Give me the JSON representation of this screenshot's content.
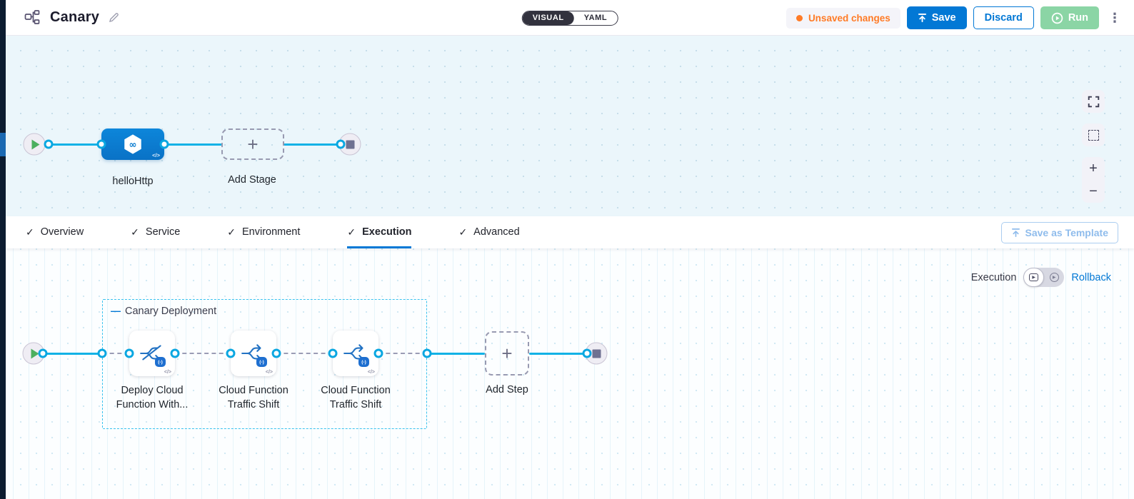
{
  "header": {
    "title": "Canary",
    "mode_toggle": {
      "visual": "VISUAL",
      "yaml": "YAML"
    },
    "unsaved_badge": "Unsaved changes",
    "save": "Save",
    "discard": "Discard",
    "run": "Run"
  },
  "pipeline_canvas": {
    "stage_label": "helloHttp",
    "add_stage": "Add Stage"
  },
  "tabs": {
    "items": [
      {
        "label": "Overview"
      },
      {
        "label": "Service"
      },
      {
        "label": "Environment"
      },
      {
        "label": "Execution"
      },
      {
        "label": "Advanced"
      }
    ],
    "active": "Execution",
    "save_as_template": "Save as Template"
  },
  "execution_canvas": {
    "mode_label": "Execution",
    "rollback_label": "Rollback",
    "group": {
      "title": "Canary Deployment",
      "steps": [
        {
          "line1": "Deploy Cloud",
          "line2": "Function With..."
        },
        {
          "line1": "Cloud Function",
          "line2": "Traffic Shift"
        },
        {
          "line1": "Cloud Function",
          "line2": "Traffic Shift"
        }
      ]
    },
    "add_step": "Add Step"
  },
  "icons": {
    "check": "✓",
    "plus": "+",
    "minus": "−",
    "kebab": "⋮",
    "infinity": "∞",
    "code": "</>",
    "group_dash": "—",
    "badge": "(-)"
  },
  "colors": {
    "accent_blue": "#0278d5",
    "wire_cyan": "#12b2e6",
    "unsaved_orange": "#ff7b26",
    "run_green": "#8bd5a5",
    "toggle_dark": "#32323e",
    "group_border": "#38c2ee"
  }
}
